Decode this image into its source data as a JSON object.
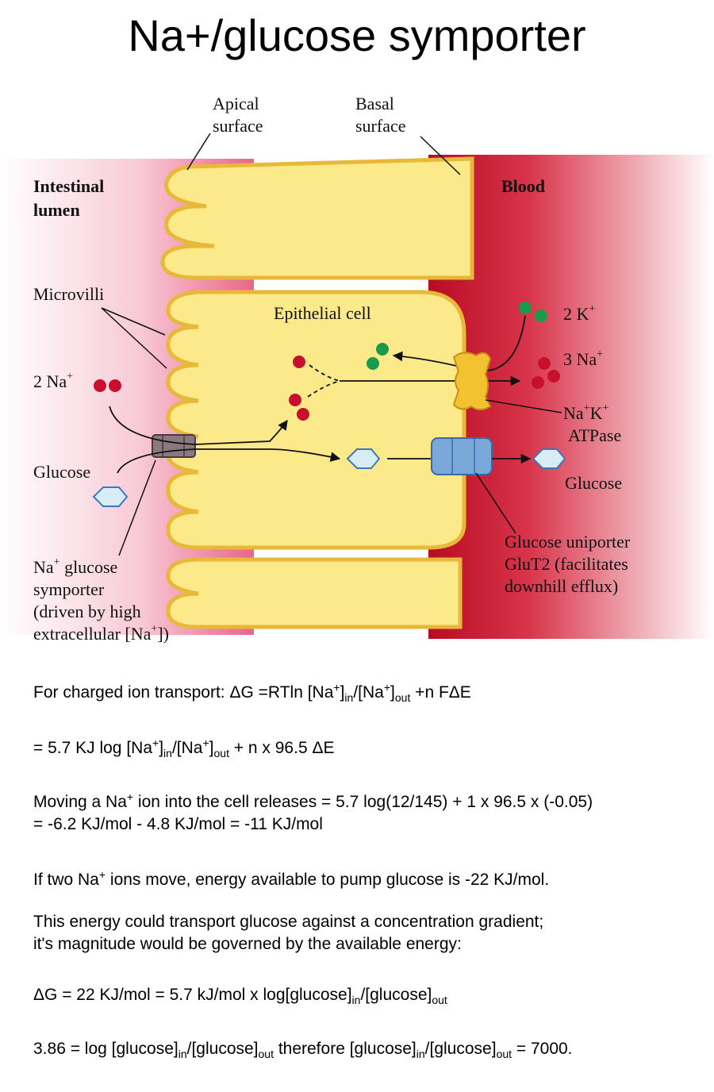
{
  "title": "Na+/glucose symporter",
  "diagram": {
    "apical_line1": "Apical",
    "apical_line2": "surface",
    "basal_line1": "Basal",
    "basal_line2": "surface",
    "lumen_line1": "Intestinal",
    "lumen_line2": "lumen",
    "blood": "Blood",
    "microvilli": "Microvilli",
    "epithelial_cell": "Epithelial cell",
    "na_in_count": "2 Na",
    "glucose_left": "Glucose",
    "symporter_line1": "Na",
    "symporter_line1_rest": " glucose",
    "symporter_line2": "symporter",
    "symporter_line3": "(driven by high",
    "symporter_line4a": "extracellular [Na",
    "symporter_line4b": "])",
    "k_label": "2 K",
    "na_out_label": "3 Na",
    "atpase_line1a": "Na",
    "atpase_line1b": "K",
    "atpase_line2": "ATPase",
    "glucose_right": "Glucose",
    "uniporter_line1": "Glucose uniporter",
    "uniporter_line2": "GluT2 (facilitates",
    "uniporter_line3": "downhill efflux)",
    "plus": "+",
    "colors": {
      "cell": "#fbe98a",
      "membrane": "#f0c84a",
      "lumen": "#e8547a",
      "blood": "#c8102e",
      "na_ion": "#c8102e",
      "k_ion": "#1a9a4a",
      "glucose": "#d8ecf8",
      "uniporter": "#7aa8d8",
      "atpase": "#f2c230",
      "symporter": "#8a7a80"
    }
  },
  "equations": {
    "eq1_a": "For charged ion transport: ΔG =RTln [Na",
    "eq1_b": "]",
    "eq1_c": "/[Na",
    "eq1_d": "]",
    "eq1_e": " +n FΔE",
    "eq2_a": "= 5.7 KJ log [Na",
    "eq2_b": "]",
    "eq2_c": "/[Na",
    "eq2_d": "]",
    "eq2_e": " + n x 96.5 ΔE",
    "eq3_a": "Moving a Na",
    "eq3_b": " ion into the cell releases = 5.7 log(12/145) + 1 x 96.5 x (-0.05)",
    "eq3_line2": "= -6.2 KJ/mol - 4.8 KJ/mol = -11 KJ/mol",
    "eq4_a": "If two Na",
    "eq4_b": " ions move, energy available to pump glucose is -22 KJ/mol.",
    "eq5_line1": "This energy could transport glucose against a concentration gradient;",
    "eq5_line2": "it's magnitude would be governed by the available energy:",
    "eq6_a": " ΔG = 22 KJ/mol = 5.7 kJ/mol x log[glucose]",
    "eq6_b": "/[glucose]",
    "eq7_a": "3.86 = log [glucose]",
    "eq7_b": "/[glucose]",
    "eq7_c": " therefore [glucose]",
    "eq7_d": "/[glucose]",
    "eq7_e": " = 7000.",
    "sub_in": "in",
    "sub_out": "out",
    "plus": "+"
  }
}
